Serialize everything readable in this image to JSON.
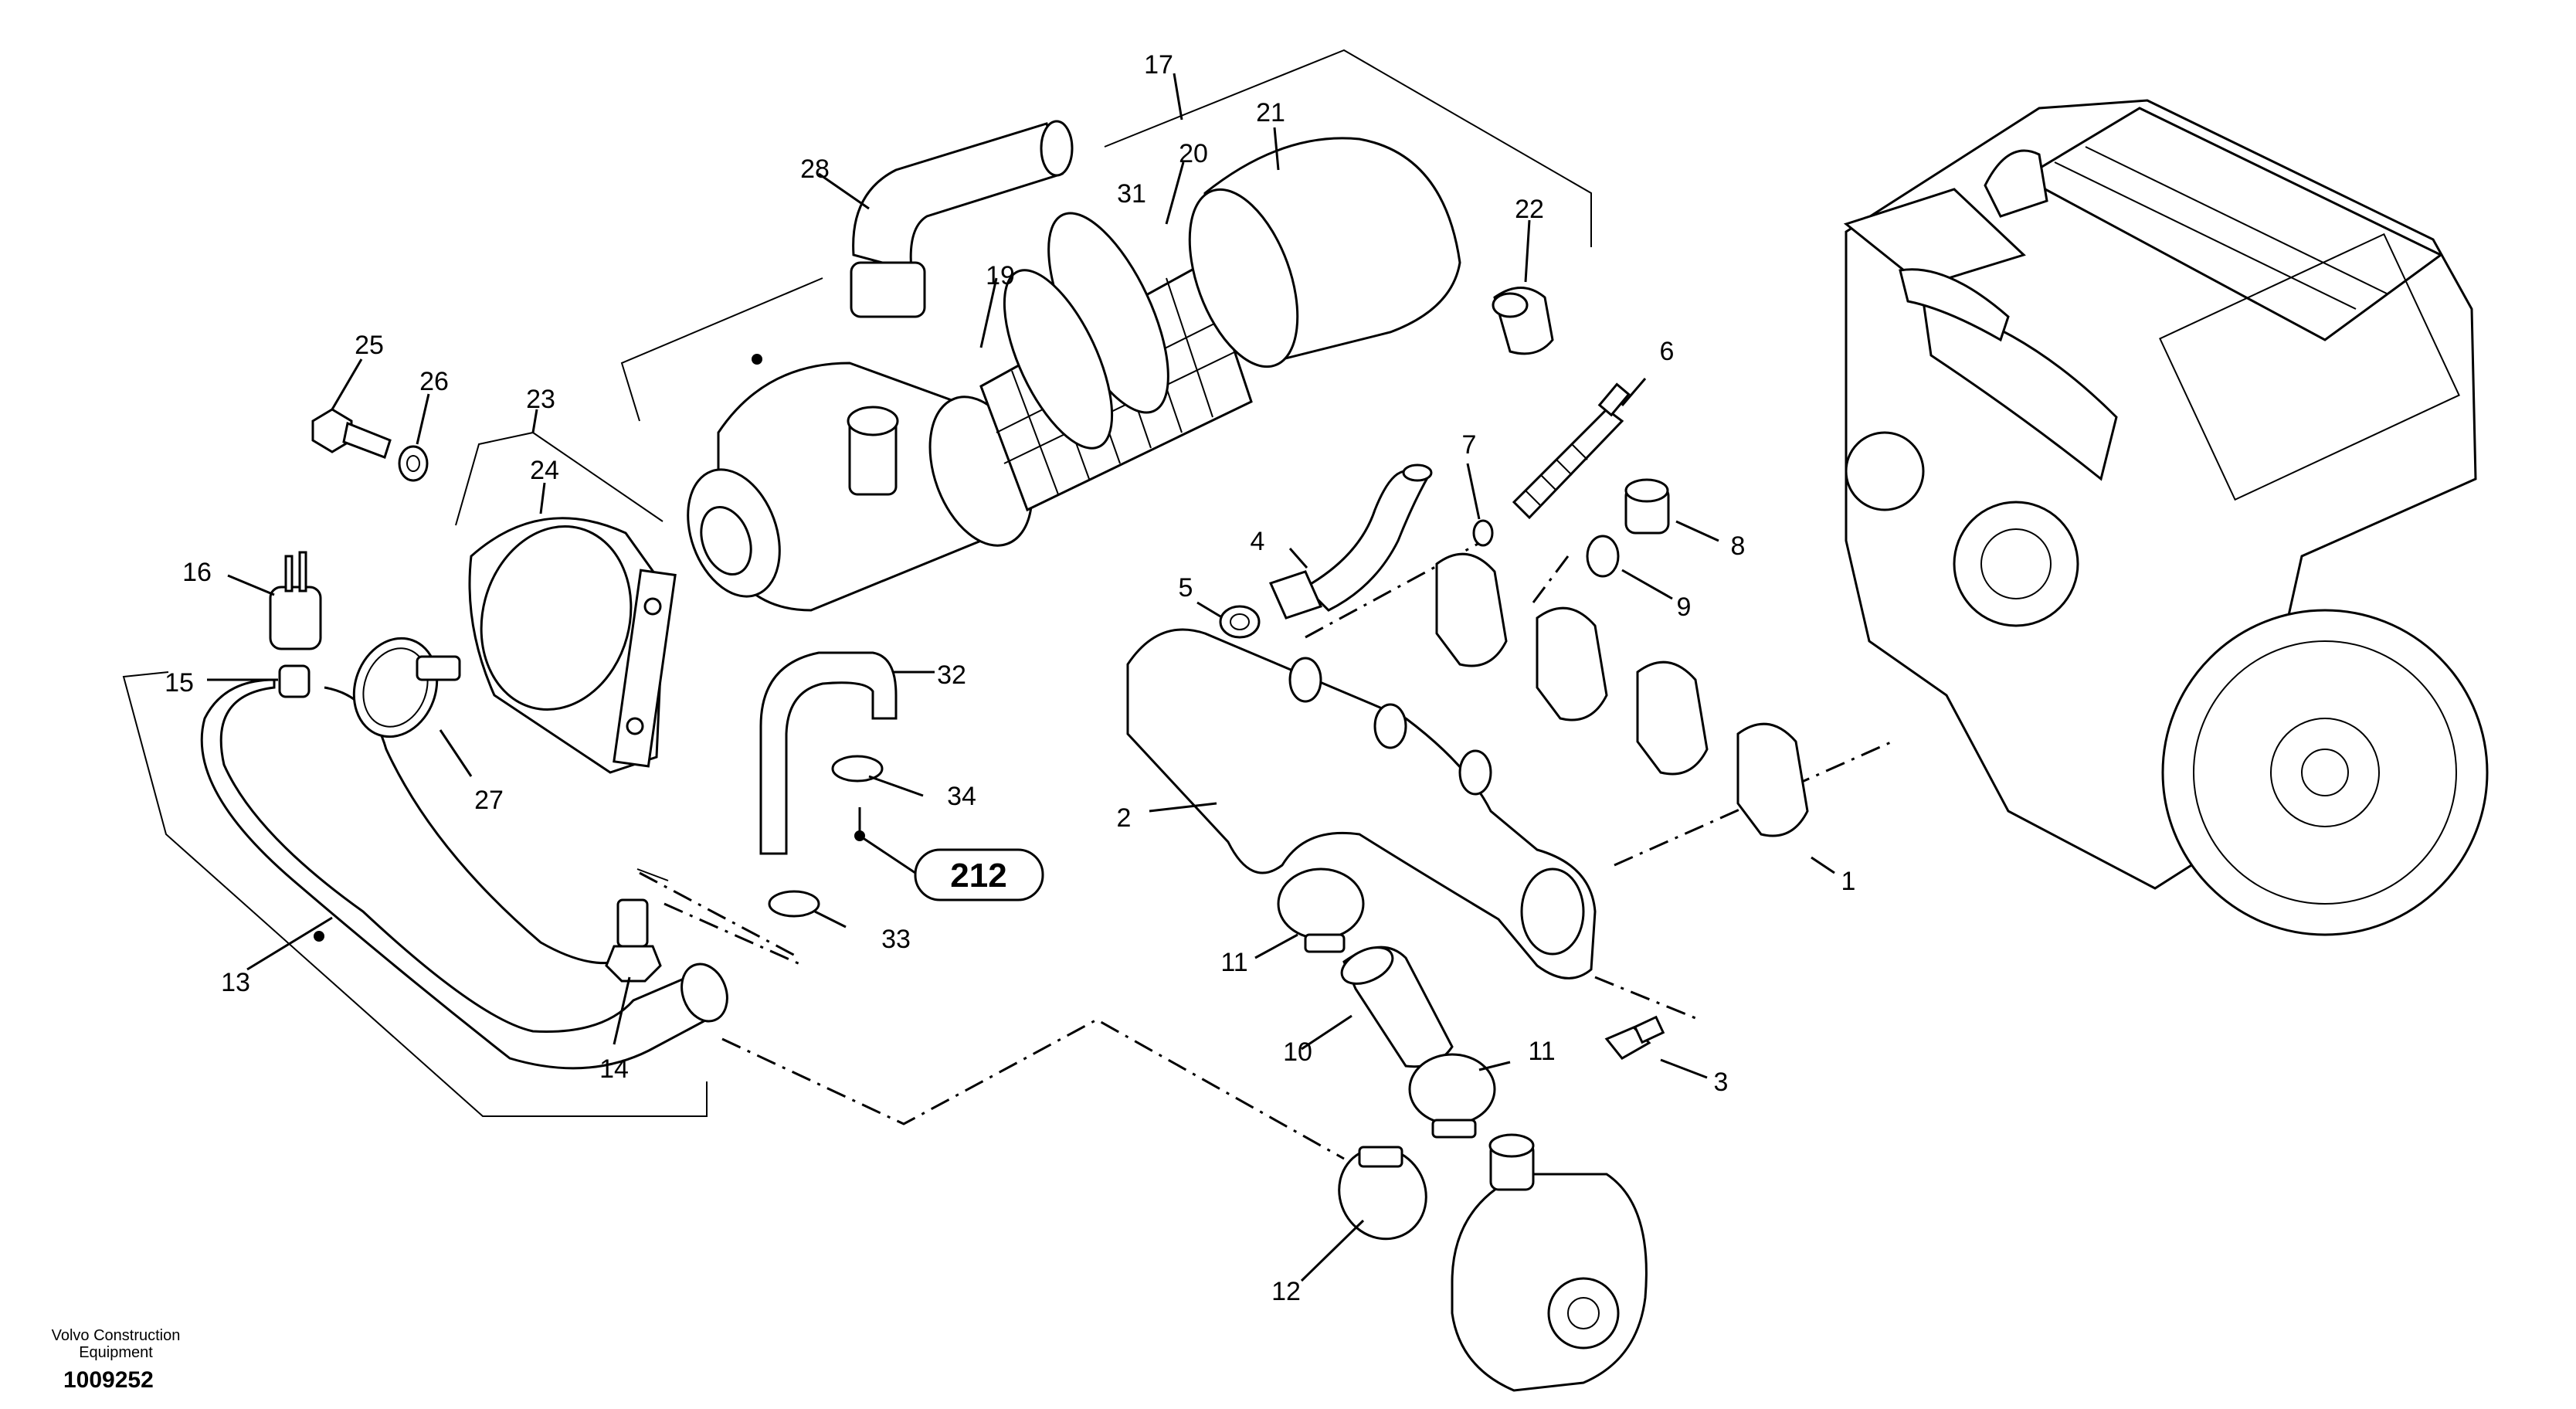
{
  "callouts": [
    "1",
    "2",
    "3",
    "4",
    "5",
    "6",
    "7",
    "8",
    "9",
    "10",
    "11",
    "11",
    "12",
    "13",
    "14",
    "15",
    "16",
    "17",
    "19",
    "20",
    "21",
    "22",
    "23",
    "24",
    "25",
    "26",
    "27",
    "28",
    "31",
    "32",
    "33",
    "34"
  ],
  "reference": {
    "label": "212"
  },
  "footer": {
    "publisher": "Volvo Construction Equipment",
    "figure_id": "1009252"
  }
}
